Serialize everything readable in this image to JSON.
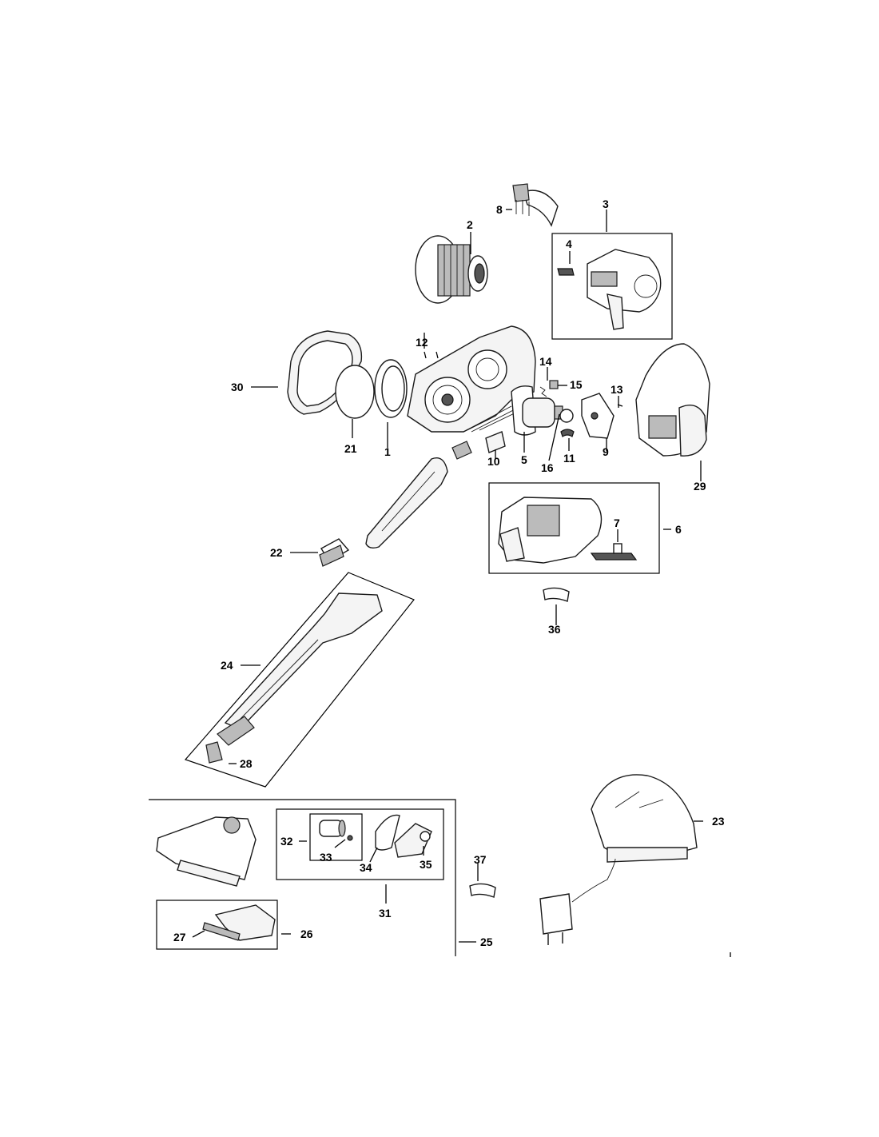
{
  "labels": {
    "l1": "1",
    "l2": "2",
    "l3": "3",
    "l4": "4",
    "l5": "5",
    "l6": "6",
    "l7": "7",
    "l8": "8",
    "l9": "9",
    "l10": "10",
    "l11": "11",
    "l12": "12",
    "l13": "13",
    "l14": "14",
    "l15": "15",
    "l16": "16",
    "l21": "21",
    "l22": "22",
    "l23": "23",
    "l24": "24",
    "l25": "25",
    "l26": "26",
    "l27": "27",
    "l28": "28",
    "l29": "29",
    "l30": "30",
    "l31": "31",
    "l32": "32",
    "l33": "33",
    "l34": "34",
    "l35": "35",
    "l36": "36",
    "l37": "37"
  }
}
